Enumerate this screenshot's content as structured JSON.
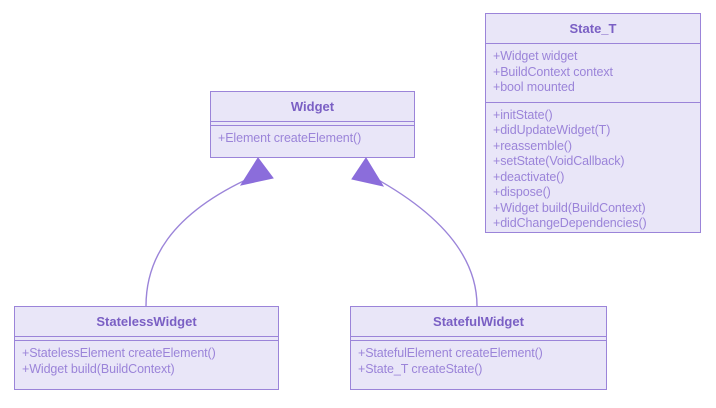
{
  "diagram": {
    "kind": "uml-class-diagram",
    "background_color": "#ffffff",
    "accent_color": "#9b84d9",
    "title_color": "#7a5fc4",
    "fill_color": "#e9e6f8",
    "classes": [
      {
        "id": "state_t",
        "name": "State_T",
        "attributes": [
          "+Widget widget",
          "+BuildContext context",
          "+bool mounted"
        ],
        "methods": [
          "+initState()",
          "+didUpdateWidget(T)",
          "+reassemble()",
          "+setState(VoidCallback)",
          "+deactivate()",
          "+dispose()",
          "+Widget build(BuildContext)",
          "+didChangeDependencies()"
        ]
      },
      {
        "id": "widget",
        "name": "Widget",
        "attributes": [],
        "methods": [
          "+Element createElement()"
        ]
      },
      {
        "id": "stateless_widget",
        "name": "StatelessWidget",
        "attributes": [],
        "methods": [
          "+StatelessElement createElement()",
          "+Widget build(BuildContext)"
        ]
      },
      {
        "id": "stateful_widget",
        "name": "StatefulWidget",
        "attributes": [],
        "methods": [
          "+StatefulElement createElement()",
          "+State_T createState()"
        ]
      }
    ],
    "relations": [
      {
        "id": "stateless-extends-widget",
        "type": "generalization",
        "from": "StatelessWidget",
        "to": "Widget",
        "arrow": "solid-triangle"
      },
      {
        "id": "stateful-extends-widget",
        "type": "generalization",
        "from": "StatefulWidget",
        "to": "Widget",
        "arrow": "solid-triangle"
      }
    ]
  }
}
